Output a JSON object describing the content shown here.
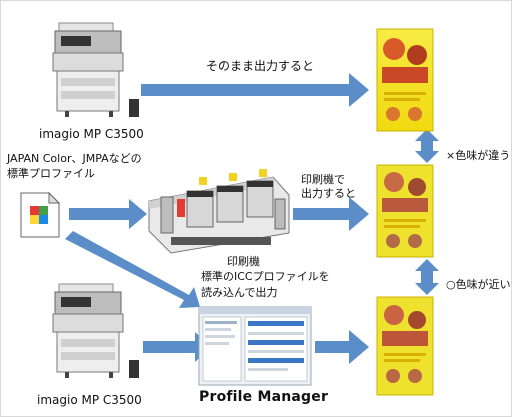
{
  "printer_top": {
    "label": "imagio MP C3500"
  },
  "printer_bottom": {
    "label": "imagio MP C3500"
  },
  "profile_doc": {
    "caption_line1": "JAPAN Color、JMPAなどの",
    "caption_line2": "標準プロファイル"
  },
  "press": {
    "label": "印刷機"
  },
  "steps": {
    "direct_output": "そのまま出力すると",
    "press_output_line1": "印刷機で",
    "press_output_line2": "出力すると",
    "icc_line1": "標準のICCプロファイルを",
    "icc_line2": "読み込んで出力"
  },
  "comparisons": {
    "different": "×色味が違う",
    "close": "○色味が近い"
  },
  "software": {
    "name": "Profile Manager"
  },
  "colors": {
    "arrow": "#5b8ec9",
    "poster_bg": "#f4e31a",
    "profile_red": "#e53935",
    "profile_green": "#43a047",
    "profile_yellow": "#fdd835",
    "profile_blue": "#1e88e5"
  }
}
